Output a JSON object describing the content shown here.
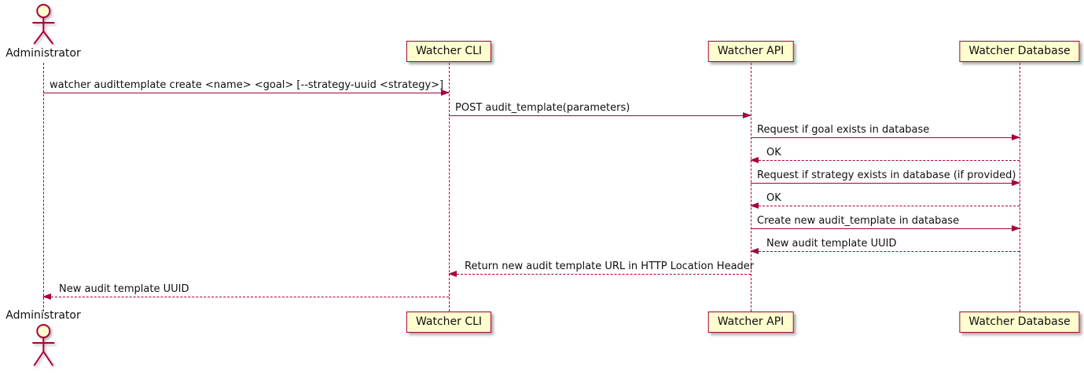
{
  "diagram": {
    "type": "sequence-diagram",
    "actor": {
      "label": "Administrator"
    },
    "participants": [
      {
        "label": "Watcher CLI"
      },
      {
        "label": "Watcher API"
      },
      {
        "label": "Watcher Database"
      }
    ],
    "messages": [
      {
        "from": "Administrator",
        "to": "Watcher CLI",
        "style": "solid",
        "text": "watcher audittemplate create <name> <goal> [--strategy-uuid <strategy>]"
      },
      {
        "from": "Watcher CLI",
        "to": "Watcher API",
        "style": "solid",
        "text": "POST audit_template(parameters)"
      },
      {
        "from": "Watcher API",
        "to": "Watcher Database",
        "style": "solid",
        "text": "Request if goal exists in database"
      },
      {
        "from": "Watcher Database",
        "to": "Watcher API",
        "style": "dashed",
        "text": "OK"
      },
      {
        "from": "Watcher API",
        "to": "Watcher Database",
        "style": "solid",
        "text": "Request if strategy exists in database (if provided)"
      },
      {
        "from": "Watcher Database",
        "to": "Watcher API",
        "style": "dashed",
        "text": "OK"
      },
      {
        "from": "Watcher API",
        "to": "Watcher Database",
        "style": "solid",
        "text": "Create new audit_template in database"
      },
      {
        "from": "Watcher Database",
        "to": "Watcher API",
        "style": "dashed",
        "text": "New audit template UUID"
      },
      {
        "from": "Watcher API",
        "to": "Watcher CLI",
        "style": "dashed",
        "text": "Return new audit template URL in HTTP Location Header"
      },
      {
        "from": "Watcher CLI",
        "to": "Administrator",
        "style": "dashed",
        "text": "New audit template UUID"
      }
    ],
    "colors": {
      "line": "#A80036",
      "participant_fill": "#FEFECE",
      "text": "#101010",
      "background": "#FFFFFF"
    }
  }
}
